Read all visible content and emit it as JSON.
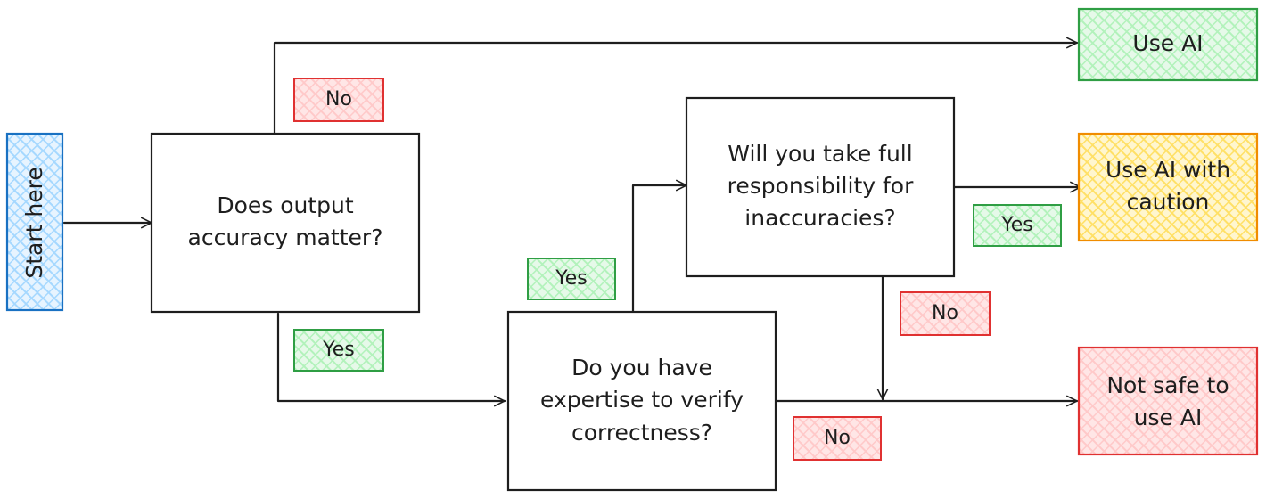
{
  "nodes": {
    "start": {
      "text": "Start here",
      "fill": "#a5d8ff",
      "stroke": "#1971c2"
    },
    "q_accuracy": {
      "lines": [
        "Does output",
        "accuracy matter?"
      ]
    },
    "q_expertise": {
      "lines": [
        "Do you have",
        "expertise to verify",
        "correctness?"
      ]
    },
    "q_responsibility": {
      "lines": [
        "Will you take full",
        "responsibility for",
        "inaccuracies?"
      ]
    },
    "use_ai": {
      "lines": [
        "Use AI"
      ],
      "fill": "#b2f2bb",
      "stroke": "#2f9e44"
    },
    "use_ai_caution": {
      "lines": [
        "Use AI with",
        "caution"
      ],
      "fill": "#ffec99",
      "stroke": "#f08c00"
    },
    "not_safe": {
      "lines": [
        "Not safe to",
        "use AI"
      ],
      "fill": "#ffc9c9",
      "stroke": "#e03131"
    }
  },
  "edge_labels": {
    "accuracy_no": {
      "text": "No",
      "kind": "no"
    },
    "accuracy_yes": {
      "text": "Yes",
      "kind": "yes"
    },
    "expertise_yes": {
      "text": "Yes",
      "kind": "yes"
    },
    "expertise_no": {
      "text": "No",
      "kind": "no"
    },
    "responsibility_yes": {
      "text": "Yes",
      "kind": "yes"
    },
    "responsibility_no": {
      "text": "No",
      "kind": "no"
    }
  },
  "colors": {
    "yes_fill": "#b2f2bb",
    "yes_stroke": "#2f9e44",
    "no_fill": "#ffc9c9",
    "no_stroke": "#e03131",
    "line": "#1e1e1e"
  }
}
